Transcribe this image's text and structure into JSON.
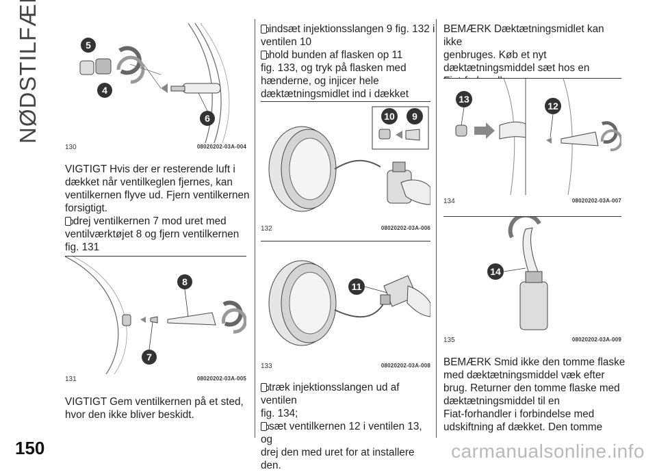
{
  "section_title": "NØDSTILFÆLDE",
  "page_number": "150",
  "watermark": "carmanualsonline.info",
  "figures": {
    "f130": {
      "number": "130",
      "code": "08020202-03A-004",
      "callouts": [
        "5",
        "4",
        "6"
      ]
    },
    "f131": {
      "number": "131",
      "code": "08020202-03A-005",
      "callouts": [
        "8",
        "7"
      ]
    },
    "f132": {
      "number": "132",
      "code": "08020202-03A-006",
      "callouts": [
        "10",
        "9"
      ]
    },
    "f133": {
      "number": "133",
      "code": "08020202-03A-008",
      "callouts": [
        "11"
      ]
    },
    "f134": {
      "number": "134",
      "code": "08020202-03A-007",
      "callouts": [
        "13",
        "12"
      ]
    },
    "f135": {
      "number": "135",
      "code": "08020202-03A-009",
      "callouts": [
        "14"
      ]
    }
  },
  "text": {
    "col1_a": [
      "VIGTIGT Hvis der er resterende luft i",
      "dækket når ventilkeglen fjernes, kan",
      "ventilkernen flyve ud. Fjern ventilkernen",
      "forsigtigt."
    ],
    "col1_b": [
      "drej ventilkernen 7 mod uret med",
      "ventilværktøjet 8 og fjern ventilkernen",
      "fig. 131"
    ],
    "col1_c": [
      "VIGTIGT Gem ventilkernen på et sted,",
      "hvor den ikke bliver beskidt."
    ],
    "col2_a1": [
      "indsæt injektionsslangen 9 fig. 132 i",
      "ventilen 10"
    ],
    "col2_a2": [
      "hold bunden af flasken op 11",
      "fig. 133, og tryk på flasken med",
      "hænderne, og injicer hele",
      "dæktætningsmidlet ind i dækket"
    ],
    "col2_b1": [
      "træk injektionsslangen ud af ventilen",
      "fig. 134;"
    ],
    "col2_b2": [
      "sæt ventilkernen 12 i ventilen 13, og",
      "drej den med uret for at installere den."
    ],
    "col3_a": [
      "BEMÆRK Dæktætningsmidlet kan ikke",
      "genbruges. Køb et nyt",
      "dæktætningsmiddel sæt hos en",
      "Fiat-forhandler."
    ],
    "col3_b": [
      "BEMÆRK Smid ikke den tomme flaske",
      "med dæktætningsmiddel væk efter",
      "brug. Returner den tomme flaske med",
      "dæktætningsmiddel til en",
      "Fiat-forhandler i forbindelse med",
      "udskiftning af dækket. Den tomme"
    ]
  }
}
